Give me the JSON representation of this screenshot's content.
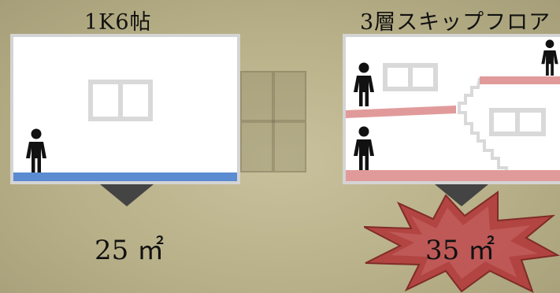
{
  "titles": {
    "left": "1K6帖",
    "right": "3層スキップフロア"
  },
  "areas": {
    "left": "25 ㎡",
    "right": "35 ㎡"
  },
  "colors": {
    "floor_blue": "#5b8bd0",
    "floor_pink": "#e19a9a",
    "burst_fill": "#b23a3a",
    "arrow": "#444444"
  },
  "icons": {
    "person": "person-icon",
    "window": "window-icon",
    "arrow": "down-arrow-icon",
    "burst": "starburst-icon"
  }
}
